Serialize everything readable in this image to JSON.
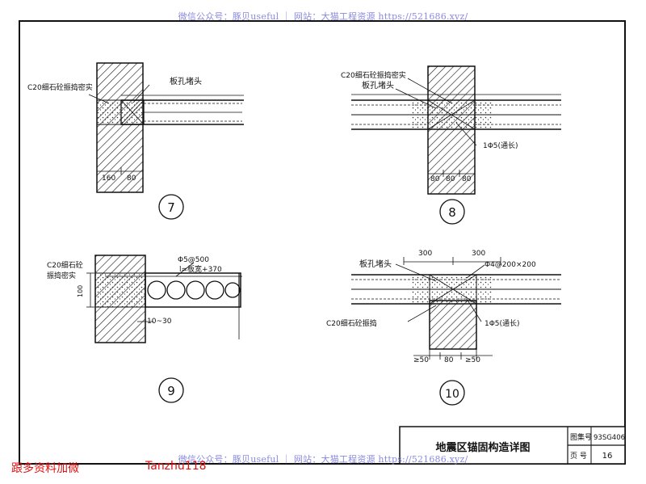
{
  "watermark": {
    "top": "微信公众号：豚贝useful ｜ 网站：大猫工程资源 https://521686.xyz/",
    "bottom": "微信公众号：豚贝useful ｜ 网站：大猫工程资源 https://521686.xyz/"
  },
  "corner": {
    "left": "跟多资料加微",
    "right": "Tanzhu118"
  },
  "details": {
    "d7": {
      "number": "7",
      "label_c20": "C20细石砼振捣密实",
      "label_plug": "板孔堵头",
      "dims": [
        "160",
        "80"
      ]
    },
    "d8": {
      "number": "8",
      "label_c20": "C20细石砼振捣密实",
      "label_plug": "板孔堵头",
      "label_rebar": "1Φ5(通长)",
      "dims": [
        "80",
        "80",
        "80"
      ]
    },
    "d9": {
      "number": "9",
      "label_c20_1": "C20细石砼",
      "label_c20_2": "振捣密实",
      "label_rebar": "Φ5@500",
      "label_len": "l=板宽+370",
      "label_gap": "10~30",
      "label_h": "100"
    },
    "d10": {
      "number": "10",
      "label_plug": "板孔堵头",
      "label_rebar": "Φ4@200×200",
      "label_c20": "C20细石砼振捣",
      "label_long": "1Φ5(通长)",
      "dims_top": [
        "300",
        "300"
      ],
      "dims_bottom": [
        "≥50",
        "80",
        "≥50"
      ]
    }
  },
  "title_block": {
    "title": "地震区锚固构造详图",
    "set_label": "图集号",
    "set_value": "93SG406",
    "page_label": "页 号",
    "page_value": "16"
  }
}
